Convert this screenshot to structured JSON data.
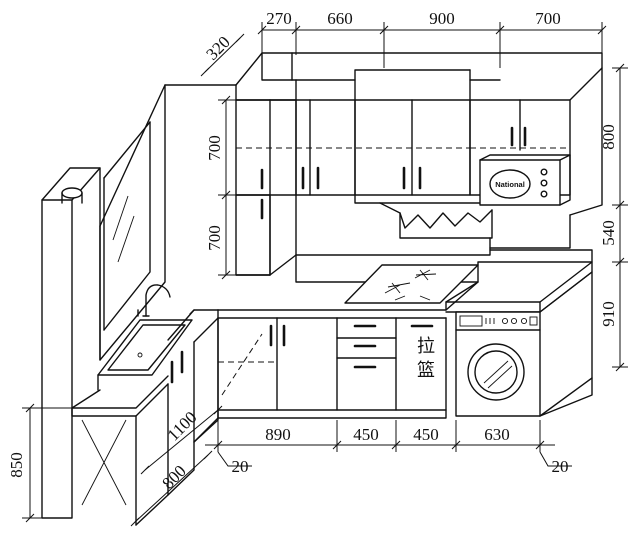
{
  "dimensions": {
    "top": [
      "270",
      "660",
      "900",
      "700"
    ],
    "upper_depth": "320",
    "right": [
      "800",
      "540",
      "910"
    ],
    "left_vertical": [
      "700",
      "700"
    ],
    "counter_height": "850",
    "bottom": [
      "890",
      "450",
      "450",
      "630"
    ],
    "side_length": "1100",
    "side_depth": "800",
    "gap_left": "20",
    "gap_right": "20"
  },
  "labels": {
    "microwave_brand": "National",
    "pull_basket_line1": "拉",
    "pull_basket_line2": "篮"
  },
  "colors": {
    "line": "#111111",
    "background": "#ffffff"
  }
}
